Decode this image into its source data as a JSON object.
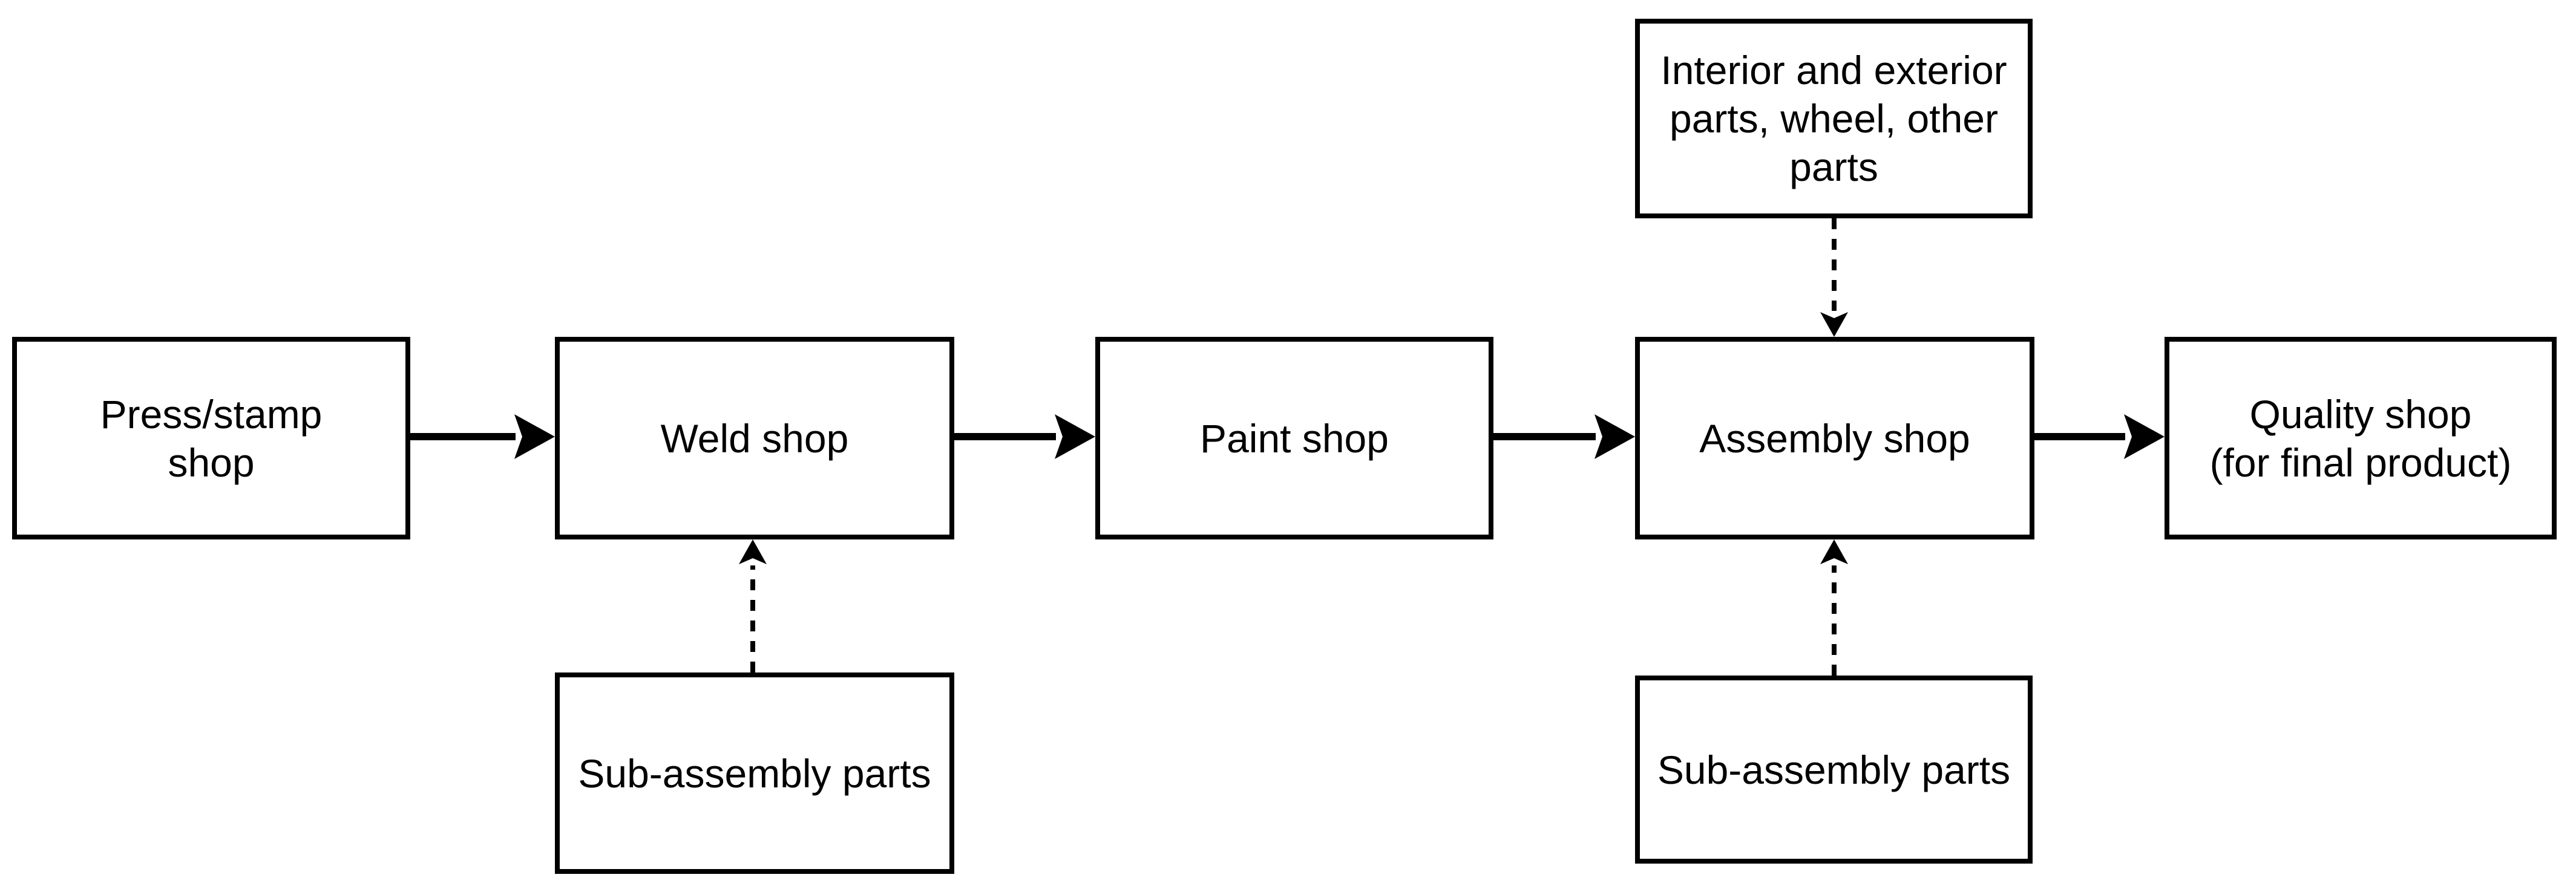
{
  "diagram": {
    "type": "flowchart",
    "background_color": "#ffffff",
    "stroke_color": "#000000",
    "text_color": "#000000",
    "nodes": [
      {
        "id": "press-stamp-shop",
        "label": "Press/stamp\nshop"
      },
      {
        "id": "weld-shop",
        "label": "Weld shop"
      },
      {
        "id": "paint-shop",
        "label": "Paint shop"
      },
      {
        "id": "assembly-shop",
        "label": "Assembly shop"
      },
      {
        "id": "quality-shop",
        "label": "Quality shop\n(for final product)"
      },
      {
        "id": "interior-exterior-parts",
        "label": "Interior and exterior\nparts, wheel, other\nparts"
      },
      {
        "id": "sub-assembly-parts-weld",
        "label": "Sub-assembly parts"
      },
      {
        "id": "sub-assembly-parts-assembly",
        "label": "Sub-assembly parts"
      }
    ],
    "edges": [
      {
        "from": "press-stamp-shop",
        "to": "weld-shop",
        "style": "solid"
      },
      {
        "from": "weld-shop",
        "to": "paint-shop",
        "style": "solid"
      },
      {
        "from": "paint-shop",
        "to": "assembly-shop",
        "style": "solid"
      },
      {
        "from": "assembly-shop",
        "to": "quality-shop",
        "style": "solid"
      },
      {
        "from": "sub-assembly-parts-weld",
        "to": "weld-shop",
        "style": "dashed"
      },
      {
        "from": "interior-exterior-parts",
        "to": "assembly-shop",
        "style": "dashed"
      },
      {
        "from": "sub-assembly-parts-assembly",
        "to": "assembly-shop",
        "style": "dashed"
      }
    ]
  }
}
